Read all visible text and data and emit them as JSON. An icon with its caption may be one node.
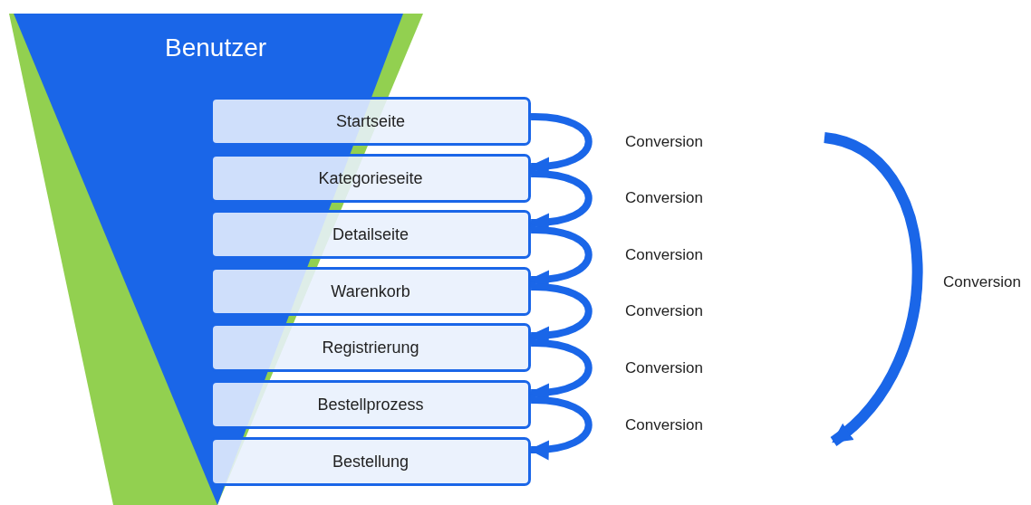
{
  "diagram": {
    "nodes": [
      {
        "text": [
          "Benutzer"
        ]
      },
      {
        "text": [
          "Startseite"
        ]
      },
      {
        "text": [
          "Kategorieseite"
        ]
      },
      {
        "text": [
          "Detailseite"
        ]
      },
      {
        "text": [
          "Warenkorb"
        ]
      },
      {
        "text": [
          "Registrierung"
        ]
      },
      {
        "text": [
          "Bestellprozess"
        ]
      },
      {
        "text": [
          "Bestellung"
        ]
      }
    ],
    "edges": [
      {
        "from": 1,
        "to": 2,
        "arrow": "to",
        "label": "Conversion"
      },
      {
        "from": 2,
        "to": 3,
        "arrow": "to",
        "label": "Conversion"
      },
      {
        "from": 3,
        "to": 4,
        "arrow": "to",
        "label": "Conversion"
      },
      {
        "from": 4,
        "to": 5,
        "arrow": "to",
        "label": "Conversion"
      },
      {
        "from": 5,
        "to": 6,
        "arrow": "to",
        "label": "Conversion"
      },
      {
        "from": 6,
        "to": 7,
        "arrow": "to",
        "label": "Conversion"
      }
    ],
    "labels": [
      "Conversion"
    ]
  }
}
